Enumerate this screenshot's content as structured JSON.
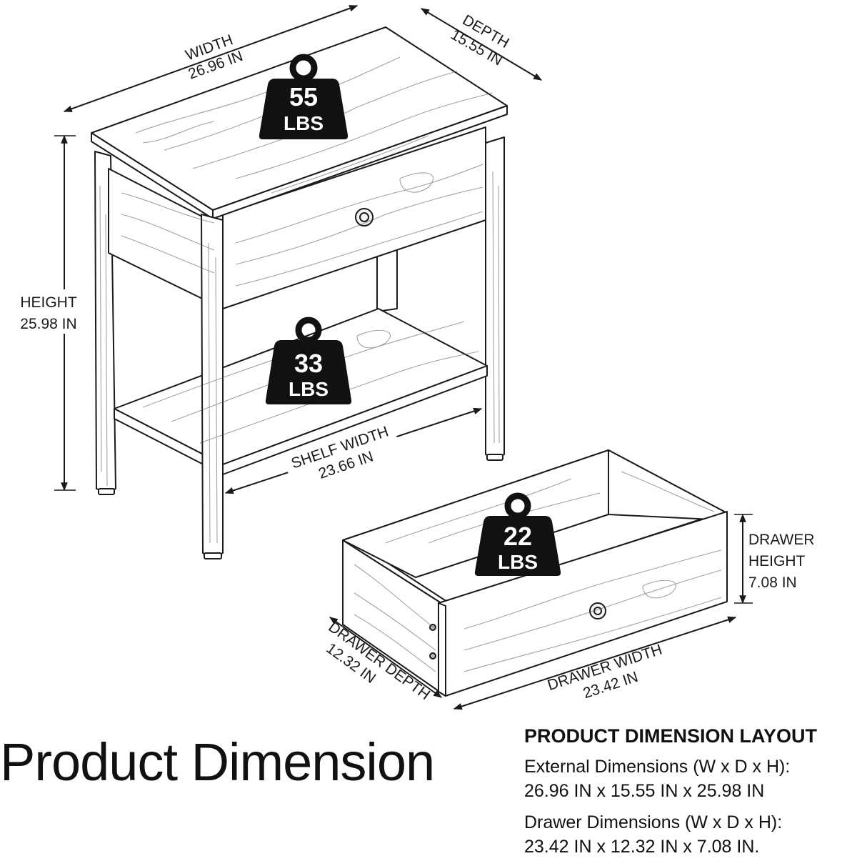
{
  "dimensions": {
    "width_label": "WIDTH",
    "width_value": "26.96 IN",
    "depth_label": "DEPTH",
    "depth_value": "15.55 IN",
    "height_label": "HEIGHT",
    "height_value": "25.98 IN",
    "shelf_width_label": "SHELF WIDTH",
    "shelf_width_value": "23.66 IN",
    "drawer_height_label_1": "DRAWER",
    "drawer_height_label_2": "HEIGHT",
    "drawer_height_value": "7.08 IN",
    "drawer_width_label": "DRAWER WIDTH",
    "drawer_width_value": "23.42 IN",
    "drawer_depth_label": "DRAWER DEPTH",
    "drawer_depth_value": "12.32 IN"
  },
  "weights": {
    "top": {
      "value": "55",
      "unit": "LBS"
    },
    "shelf": {
      "value": "33",
      "unit": "LBS"
    },
    "drawer": {
      "value": "22",
      "unit": "LBS"
    }
  },
  "title": "Product Dimension",
  "layout": {
    "heading": "PRODUCT DIMENSION LAYOUT",
    "external_label": "External Dimensions (W x D x H):",
    "external_value": "26.96 IN x 15.55 IN x 25.98 IN",
    "drawer_label": "Drawer Dimensions (W x D x H):",
    "drawer_value": "23.42 IN x 12.32 IN x 7.08 IN."
  }
}
